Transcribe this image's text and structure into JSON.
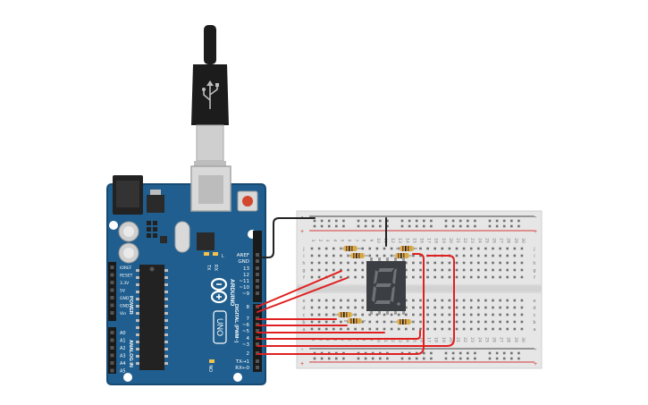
{
  "arduino": {
    "brand": "ARDUINO",
    "model": "UNO",
    "digital_heading": "DIGITAL (PWM~)",
    "power_heading": "POWER",
    "analog_heading": "ANALOG IN",
    "tx_label": "TX",
    "rx_label": "RX",
    "l_label": "L",
    "on_label": "ON",
    "digital_pins": [
      "AREF",
      "GND",
      "13",
      "12",
      "~11",
      "~10",
      "~9",
      "8",
      "7",
      "~6",
      "~5",
      "4",
      "~3",
      "2",
      "TX→1",
      "RX←0"
    ],
    "power_pins": [
      "IOREF",
      "RESET",
      "3.3V",
      "5V",
      "GND",
      "GND",
      "Vin"
    ],
    "analog_pins": [
      "A0",
      "A1",
      "A2",
      "A3",
      "A4",
      "A5"
    ],
    "colors": {
      "board": "#1f5e8e",
      "board_edge": "#174a72",
      "silk": "#ffffff"
    }
  },
  "usb_cable": {
    "colors": {
      "plug": "#1c1c1c",
      "metal": "#c8c8c8"
    }
  },
  "breadboard": {
    "column_numbers": [
      "1",
      "2",
      "3",
      "4",
      "5",
      "6",
      "7",
      "8",
      "9",
      "10",
      "11",
      "12",
      "13",
      "14",
      "15",
      "16",
      "17",
      "18",
      "19",
      "20",
      "21",
      "22",
      "23",
      "24",
      "25",
      "26",
      "27",
      "28",
      "29",
      "30"
    ],
    "row_letters_top": [
      "j",
      "i",
      "h",
      "g",
      "f"
    ],
    "row_letters_bottom": [
      "e",
      "d",
      "c",
      "b",
      "a"
    ],
    "rail_plus": "+",
    "rail_minus": "-",
    "colors": {
      "body": "#e6e6e6",
      "hole": "#707070",
      "rail_red": "#d43a3a",
      "rail_dark": "#444444"
    }
  },
  "components": {
    "seven_segment": {
      "digit_shown": "8",
      "colors": {
        "body": "#3b3f43",
        "segment": "#6e7378"
      }
    },
    "resistors": {
      "count": 7,
      "colors": {
        "body": "#d9b25a",
        "band1": "#8b4a1a",
        "band2": "#1a1a1a",
        "band3": "#8b4a1a"
      }
    }
  },
  "wires": {
    "colors": {
      "signal": "#e02020",
      "ground": "#222222"
    }
  }
}
